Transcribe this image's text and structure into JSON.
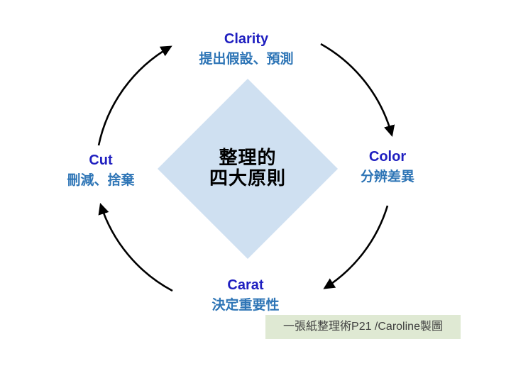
{
  "slide": {
    "background": "#ffffff",
    "center_diamond": {
      "line1": "整理的",
      "line2": "四大原則",
      "fill": "#cfe0f1",
      "text_color": "#000000"
    },
    "nodes": [
      {
        "id": "clarity",
        "title": "Clarity",
        "subtitle": "提出假設、預測",
        "position": "top"
      },
      {
        "id": "color",
        "title": "Color",
        "subtitle": "分辨差異",
        "position": "right"
      },
      {
        "id": "carat",
        "title": "Carat",
        "subtitle": "決定重要性",
        "position": "bottom"
      },
      {
        "id": "cut",
        "title": "Cut",
        "subtitle": "刪減、捨棄",
        "position": "left"
      }
    ],
    "flow_direction": "clockwise",
    "colors": {
      "title_text": "#1f1fc0",
      "subtitle_text": "#2e75b6",
      "arrow": "#000000"
    },
    "caption": {
      "text": "一張紙整理術P21 /Caroline製圖",
      "background": "#dfe9d3",
      "text_color": "#3f3f3f"
    }
  }
}
